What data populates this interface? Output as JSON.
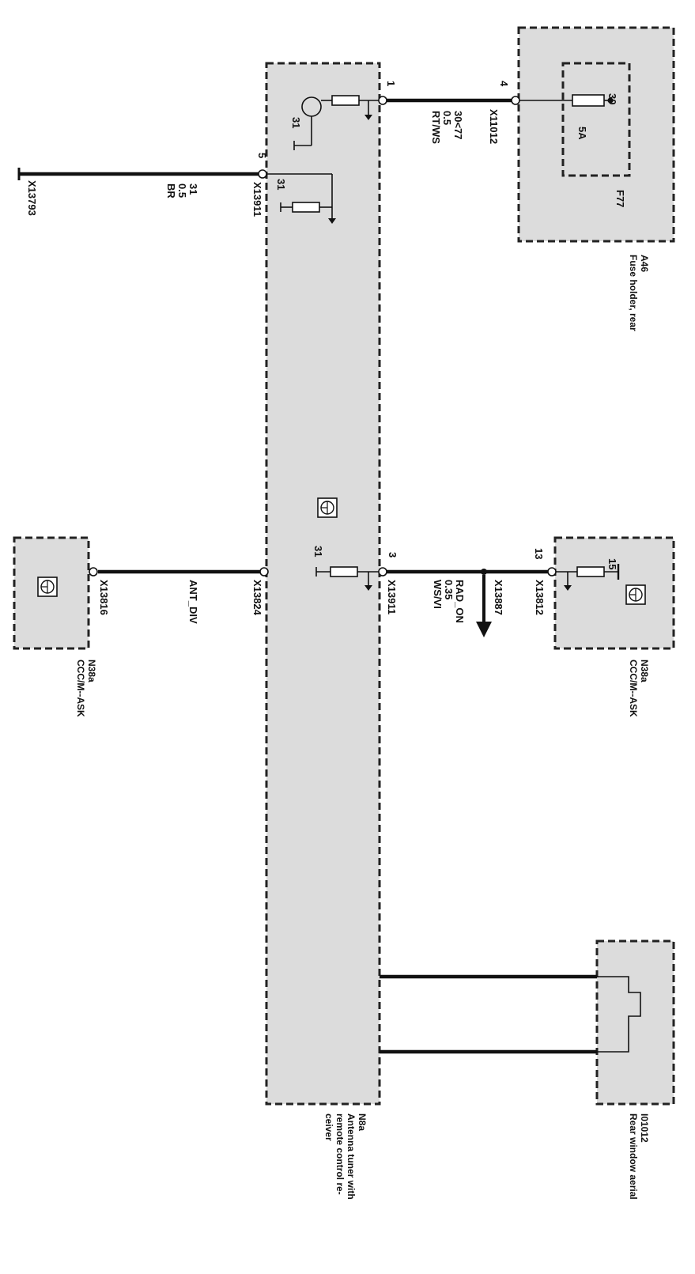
{
  "components": {
    "fuse_holder": {
      "id": "A46",
      "name": "Fuse holder, rear",
      "fuse_id": "F77",
      "fuse_rating": "5A",
      "terminal": "30",
      "pin": "4",
      "connector": "X11012"
    },
    "antenna_tuner": {
      "id": "N8a",
      "name_lines": [
        "Antenna tuner with",
        "remote control re-",
        "ceiver"
      ],
      "pin_1": "1",
      "pin_3": "3",
      "pin_5": "5",
      "ground": "31"
    },
    "cccm_upper": {
      "id": "N38a",
      "name": "CCC/M--ASK",
      "pin": "13",
      "terminal": "15",
      "connector": "X13812"
    },
    "cccm_lower": {
      "id": "N38a",
      "name": "CCC/M--ASK",
      "connector": "X13816"
    },
    "rear_aerial": {
      "id": "I01012",
      "name": "Rear window aerial"
    }
  },
  "wires": {
    "w1": {
      "circuit": "30<77",
      "size": "0.5",
      "color": "RT/WS"
    },
    "w3": {
      "circuit": "RAD_ON",
      "size": "0.35",
      "color": "WS/VI",
      "connector_a": "X13911",
      "connector_b": "X13887"
    },
    "w5": {
      "circuit": "31",
      "size": "0.5",
      "color": "BR",
      "connector_a": "X13911",
      "ground_connector": "X13793"
    },
    "ant": {
      "signal": "ANT_DIV",
      "connector": "X13824"
    }
  }
}
